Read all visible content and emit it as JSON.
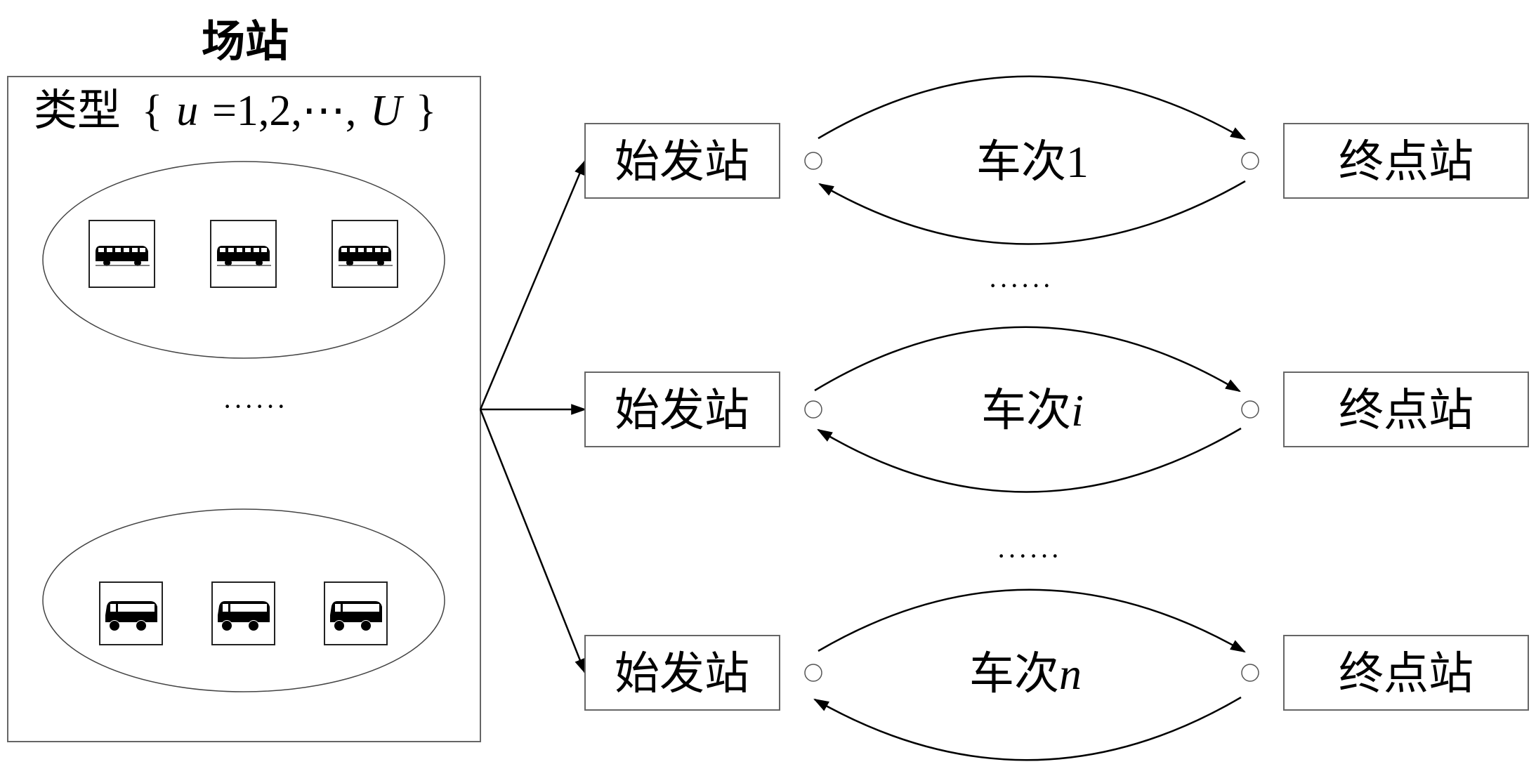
{
  "depot": {
    "title": "场站",
    "type_label": "类型",
    "type_set_open": "{",
    "type_var": "u",
    "type_values": "=1,2,⋯,",
    "type_max": "U",
    "type_set_close": "}",
    "ellipsis": "······",
    "vehicle_groups": [
      {
        "icon": "bus-icon",
        "count": 3
      },
      {
        "icon": "minibus-icon",
        "count": 3
      }
    ]
  },
  "trips": [
    {
      "start_label": "始发站",
      "end_label": "终点站",
      "trip_prefix": "车次",
      "trip_index": "1",
      "index_italic": false
    },
    {
      "start_label": "始发站",
      "end_label": "终点站",
      "trip_prefix": "车次",
      "trip_index": "i",
      "index_italic": true
    },
    {
      "start_label": "始发站",
      "end_label": "终点站",
      "trip_prefix": "车次",
      "trip_index": "n",
      "index_italic": true
    }
  ],
  "trip_ellipses": [
    "······",
    "······"
  ],
  "colors": {
    "line": "#000000",
    "box_border": "#666666",
    "background": "#ffffff"
  }
}
